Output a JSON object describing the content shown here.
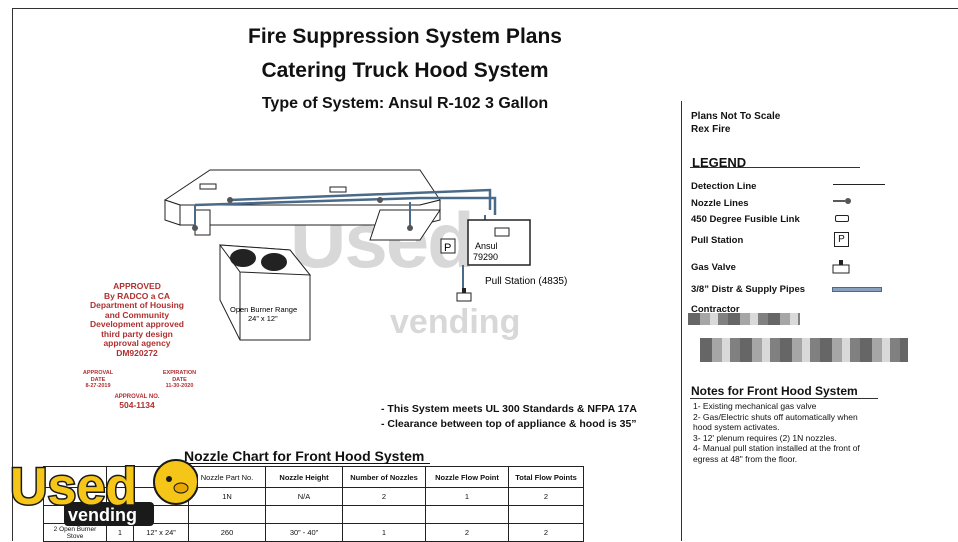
{
  "title": {
    "line1": "Fire Suppression System Plans",
    "line2": "Catering Truck Hood System",
    "system_type": "Type of System: Ansul R-102 3 Gallon"
  },
  "side": {
    "scale": "Plans Not To Scale",
    "company": "Rex Fire",
    "contractor": "Contractor"
  },
  "legend": {
    "title": "LEGEND",
    "items": [
      {
        "label": "Detection Line",
        "icon": "detection-line-icon"
      },
      {
        "label": "Nozzle Lines",
        "icon": "nozzle-icon"
      },
      {
        "label": "450 Degree Fusible Link",
        "icon": "fusible-link-icon"
      },
      {
        "label": "Pull Station",
        "icon": "pull-station-icon"
      },
      {
        "label": "Gas Valve",
        "icon": "gas-valve-icon"
      },
      {
        "label": "3/8” Distr & Supply Pipes",
        "icon": "pipe-icon"
      }
    ]
  },
  "diagram": {
    "tank_label": "Ansul",
    "tank_number": "79290",
    "pull_station": "Pull Station (4835)",
    "pull_marker": "P",
    "range_label": "Open Burner Range",
    "range_size": "24” x 12”"
  },
  "stamp": {
    "lines": [
      "APPROVED",
      "By RADCO a CA",
      "Department of Housing",
      "and Community",
      "Development approved",
      "third party design",
      "approval agency",
      "DM920272"
    ],
    "approval_label": "APPROVAL\nDATE",
    "approval_date": "8-27-2019",
    "expiration_label": "EXPIRATION\nDATE",
    "expiration_date": "11-30-2020",
    "no_label": "APPROVAL NO.",
    "no_value": "504-1134"
  },
  "notes_block": {
    "meets": "- This System meets UL 300 Standards & NFPA 17A",
    "clearance": "- Clearance between top of appliance & hood is 35”",
    "title": "Notes for Front Hood System",
    "items": [
      "1- Existing mechanical gas valve",
      "2- Gas/Electric shuts off automatically when\n    hood system activates.",
      "3- 12' plenum requires (2) 1N nozzles.",
      "4- Manual pull station installed at the front of\n    egress at 48\" from the floor."
    ]
  },
  "nozzle_chart": {
    "title": "Nozzle Chart for Front Hood System",
    "headers": [
      "",
      "",
      "",
      "Nozzle Part No.",
      "Nozzle Height",
      "Number of Nozzles",
      "Nozzle Flow Point",
      "Total Flow Points"
    ],
    "rows": [
      [
        "",
        "",
        "",
        "1N",
        "N/A",
        "2",
        "1",
        "2"
      ],
      [
        "",
        "",
        "",
        "",
        "",
        "",
        "",
        ""
      ],
      [
        "2 Open Burner Stove",
        "1",
        "12” x 24”",
        "260",
        "30” - 40”",
        "1",
        "2",
        "2"
      ]
    ]
  },
  "watermark": {
    "word": "Used",
    "sub": "vending"
  },
  "logo": {
    "word": "Used",
    "sub": "vending"
  },
  "colors": {
    "pipe": "#4a6a8a",
    "stamp_red": "#b03030",
    "logo_yellow": "#f5c518"
  }
}
